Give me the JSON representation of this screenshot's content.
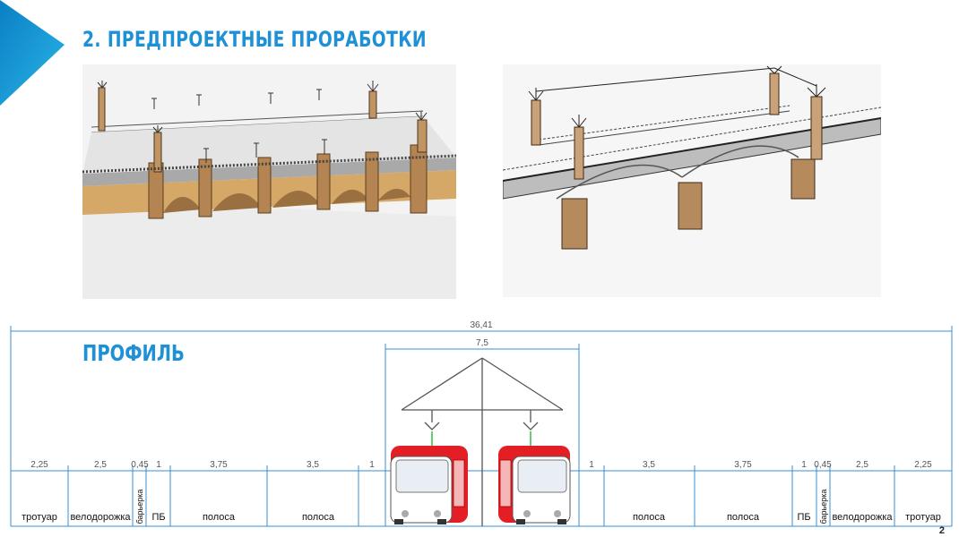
{
  "slide": {
    "title": "2. ПРЕДПРОЕКТНЫЕ ПРОРАБОТКИ",
    "page_number": "2",
    "accent_color": "#1e90d6"
  },
  "images": {
    "left": "bridge-sketch-stone-arches",
    "right": "bridge-sketch-steel-lattice"
  },
  "profile": {
    "title": "ПРОФИЛЬ",
    "total_width": "36,41",
    "center_width": "7,5",
    "dimensions": [
      "2,25",
      "2,5",
      "0,45",
      "1",
      "3,75",
      "3,5",
      "1",
      "1",
      "3,5",
      "3,75",
      "1",
      "0,45",
      "2,5",
      "2,25"
    ],
    "lanes": [
      "тротуар",
      "велодорожка",
      "барьерка",
      "ПБ",
      "полоса",
      "полоса",
      "полоса",
      "полоса",
      "ПБ",
      "барьерка",
      "велодорожка",
      "тротуар"
    ]
  }
}
